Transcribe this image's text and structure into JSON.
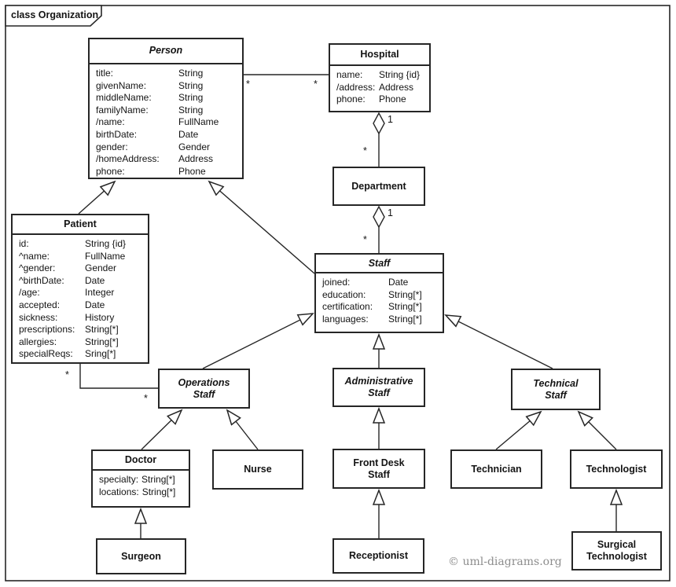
{
  "frame": {
    "title": "class Organization"
  },
  "copyright": "© uml-diagrams.org",
  "classes": {
    "person": {
      "lines": [
        "Person"
      ],
      "attrs": [
        {
          "n": "title:",
          "t": "String"
        },
        {
          "n": "givenName:",
          "t": "String"
        },
        {
          "n": "middleName:",
          "t": "String"
        },
        {
          "n": "familyName:",
          "t": "String"
        },
        {
          "n": "/name:",
          "t": "FullName"
        },
        {
          "n": "birthDate:",
          "t": "Date"
        },
        {
          "n": "gender:",
          "t": "Gender"
        },
        {
          "n": "/homeAddress:",
          "t": "Address"
        },
        {
          "n": "phone:",
          "t": "Phone"
        }
      ]
    },
    "hospital": {
      "lines": [
        "Hospital"
      ],
      "attrs": [
        {
          "n": "name:",
          "t": "String {id}"
        },
        {
          "n": "/address:",
          "t": "Address"
        },
        {
          "n": "phone:",
          "t": "Phone"
        }
      ]
    },
    "patient": {
      "lines": [
        "Patient"
      ],
      "attrs": [
        {
          "n": "id:",
          "t": "String {id}"
        },
        {
          "n": "^name:",
          "t": "FullName"
        },
        {
          "n": "^gender:",
          "t": "Gender"
        },
        {
          "n": "^birthDate:",
          "t": "Date"
        },
        {
          "n": "/age:",
          "t": "Integer"
        },
        {
          "n": "accepted:",
          "t": "Date"
        },
        {
          "n": "sickness:",
          "t": "History"
        },
        {
          "n": "prescriptions:",
          "t": "String[*]"
        },
        {
          "n": "allergies:",
          "t": "String[*]"
        },
        {
          "n": "specialReqs:",
          "t": "Sring[*]"
        }
      ]
    },
    "department": {
      "lines": [
        "Department"
      ]
    },
    "staff": {
      "lines": [
        "Staff"
      ],
      "attrs": [
        {
          "n": "joined:",
          "t": "Date"
        },
        {
          "n": "education:",
          "t": "String[*]"
        },
        {
          "n": "certification:",
          "t": "String[*]"
        },
        {
          "n": "languages:",
          "t": "String[*]"
        }
      ]
    },
    "operations_staff": {
      "lines": [
        "Operations",
        "Staff"
      ]
    },
    "administrative_staff": {
      "lines": [
        "Administrative",
        "Staff"
      ]
    },
    "technical_staff": {
      "lines": [
        "Technical",
        "Staff"
      ]
    },
    "doctor": {
      "lines": [
        "Doctor"
      ],
      "attrs": [
        {
          "n": "specialty:",
          "t": "String[*]"
        },
        {
          "n": "locations:",
          "t": "String[*]"
        }
      ]
    },
    "nurse": {
      "lines": [
        "Nurse"
      ]
    },
    "front_desk_staff": {
      "lines": [
        "Front Desk",
        "Staff"
      ]
    },
    "technician": {
      "lines": [
        "Technician"
      ]
    },
    "technologist": {
      "lines": [
        "Technologist"
      ]
    },
    "surgeon": {
      "lines": [
        "Surgeon"
      ]
    },
    "receptionist": {
      "lines": [
        "Receptionist"
      ]
    },
    "surgical_technologist": {
      "lines": [
        "Surgical",
        "Technologist"
      ]
    }
  },
  "labels": {
    "assoc_person_end": "*",
    "assoc_hospital_end": "*",
    "hosp_dept_one": "1",
    "hosp_dept_many": "*",
    "dept_staff_one": "1",
    "dept_staff_many": "*",
    "patient_ops_patient_end": "*",
    "patient_ops_ops_end": "*"
  }
}
